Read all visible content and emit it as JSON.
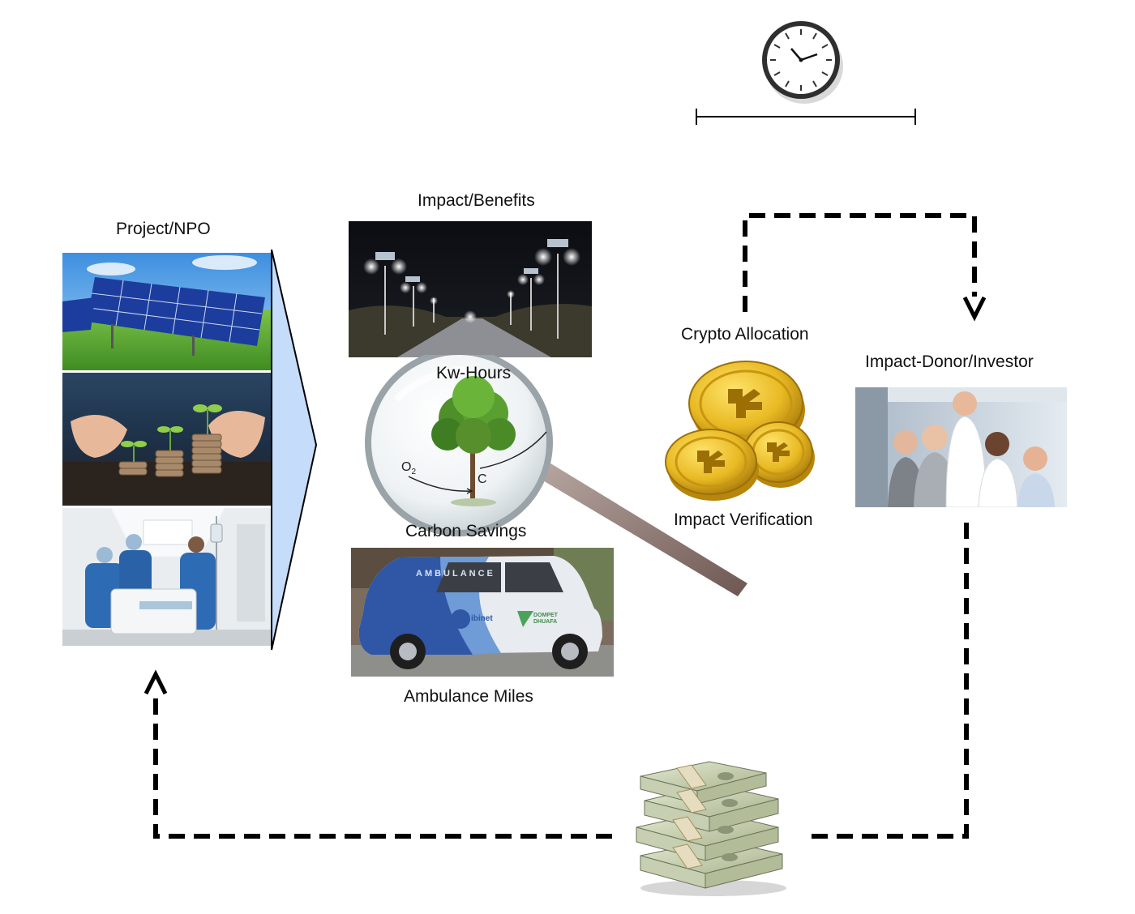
{
  "labels": {
    "project_npo": "Project/NPO",
    "impact_benefits": "Impact/Benefits",
    "kw_hours": "Kw-Hours",
    "carbon_savings": "Carbon Savings",
    "ambulance_miles": "Ambulance Miles",
    "crypto_allocation": "Crypto Allocation",
    "impact_verification": "Impact Verification",
    "impact_donor_investor": "Impact-Donor/Investor"
  },
  "tree_annotations": {
    "o2": "O",
    "o2_sub": "2",
    "c": "C"
  },
  "ambulance": {
    "roof_text": "AMBULANCE",
    "logo_left": "ibinet",
    "logo_right": "DOMPET DHUAFA"
  },
  "colors": {
    "arrow_panel": "#c5dcfb",
    "dashed_line": "#000000",
    "coin_gold": "#e8b923"
  }
}
